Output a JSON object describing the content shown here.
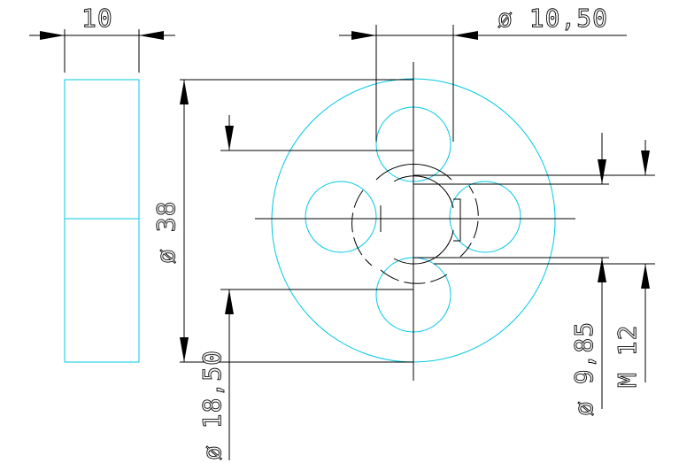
{
  "drawing": {
    "dimensions": {
      "width": "10",
      "hole_dia": "ø 10,50",
      "outer_dia": "ø 38",
      "pitch_dia": "ø 18,50",
      "minor_dia": "ø 9,85",
      "thread": "M 12"
    },
    "colors": {
      "dimension_lines": "#000000",
      "geometry": "#00c8e6",
      "background": "#ffffff"
    }
  }
}
